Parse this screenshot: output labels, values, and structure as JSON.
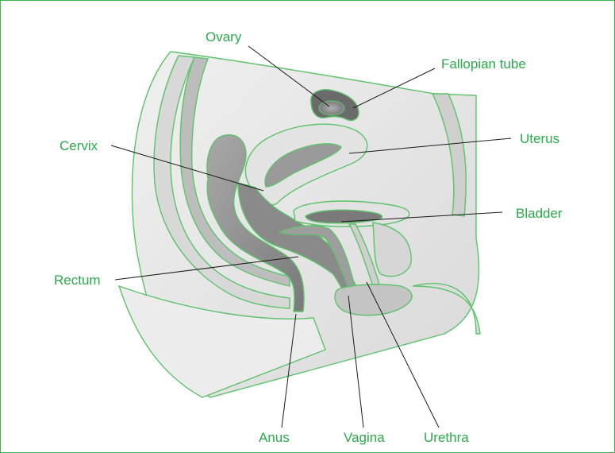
{
  "labels": {
    "ovary": "Ovary",
    "fallopian_tube": "Fallopian tube",
    "cervix": "Cervix",
    "uterus": "Uterus",
    "bladder": "Bladder",
    "rectum": "Rectum",
    "anus": "Anus",
    "vagina": "Vagina",
    "urethra": "Urethra"
  },
  "colors": {
    "border": "#3cb54a",
    "label": "#2aaa4a",
    "outline": "#5cc36a",
    "tissue_light": "#e6e6e6",
    "tissue_mid": "#c9c9c9",
    "organ_dark": "#8e8e8e",
    "leader": "#1a1a1a"
  }
}
